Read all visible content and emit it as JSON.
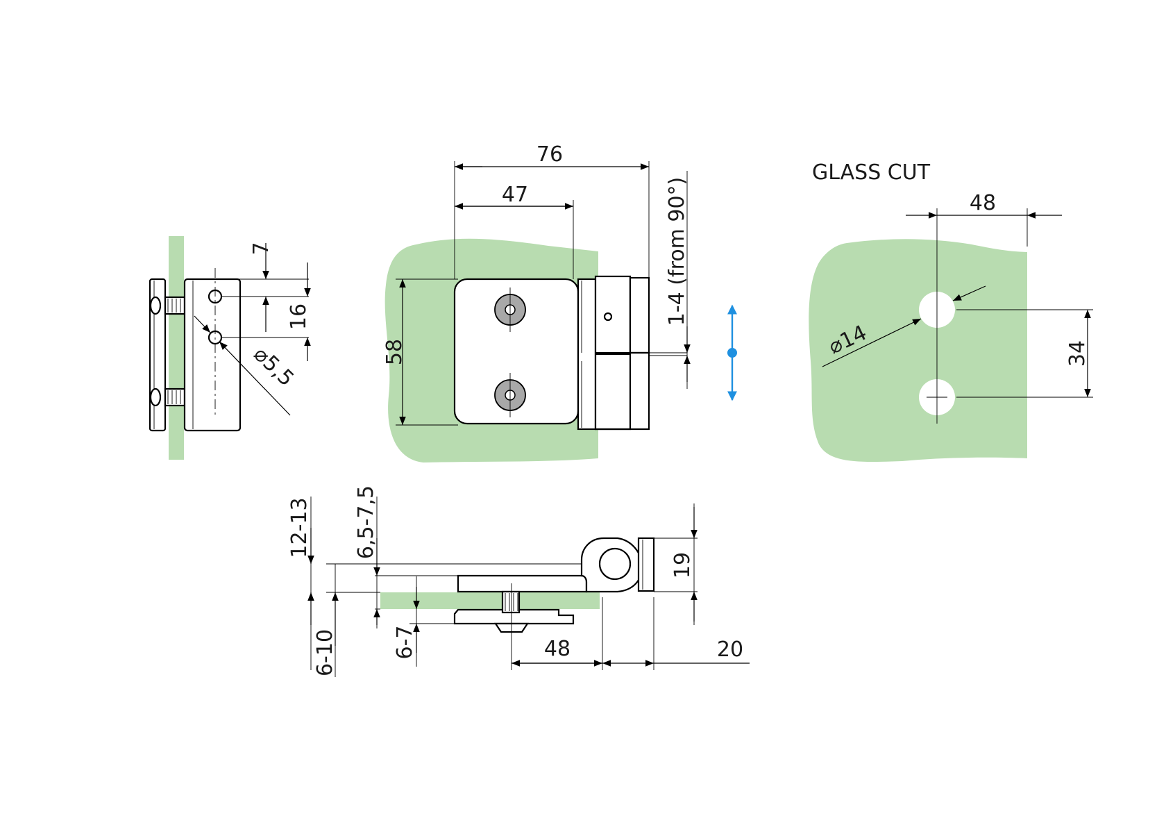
{
  "colors": {
    "glass": "#b8dcb0",
    "line": "#000000",
    "arrow": "#1e90e0",
    "screw": "#a8a8a8"
  },
  "labels": {
    "glass_cut_title": "GLASS CUT",
    "side_top": "7",
    "side_spacing": "16",
    "side_hole_dia": "⌀5,5",
    "front_width": "76",
    "front_plate_width": "47",
    "front_height": "58",
    "front_adjust": "1-4 (from 90°)",
    "cut_width": "48",
    "cut_hole_dia": "⌀14",
    "cut_spacing": "34",
    "bottom_glass_thick": "12-13",
    "bottom_offset": "6,5-7,5",
    "bottom_wall_gap": "6-10",
    "bottom_clamp_gap": "6-7",
    "bottom_knuckle": "19",
    "bottom_depth": "48",
    "bottom_knuckle_offset": "20"
  }
}
